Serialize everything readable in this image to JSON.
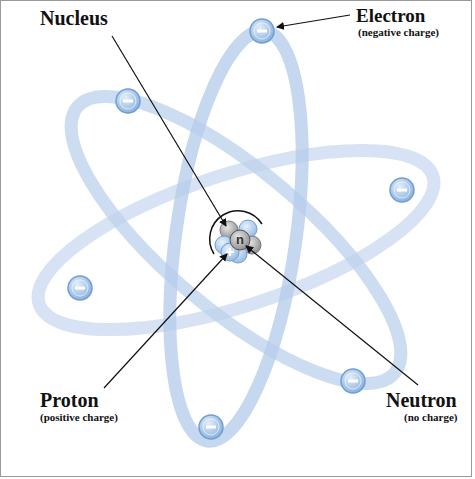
{
  "diagram": {
    "labels": [
      "Nucleus",
      "Electron",
      "(negative charge)",
      "Proton",
      "(positive charge)",
      "Neutron",
      "(no charge)",
      "n"
    ]
  }
}
